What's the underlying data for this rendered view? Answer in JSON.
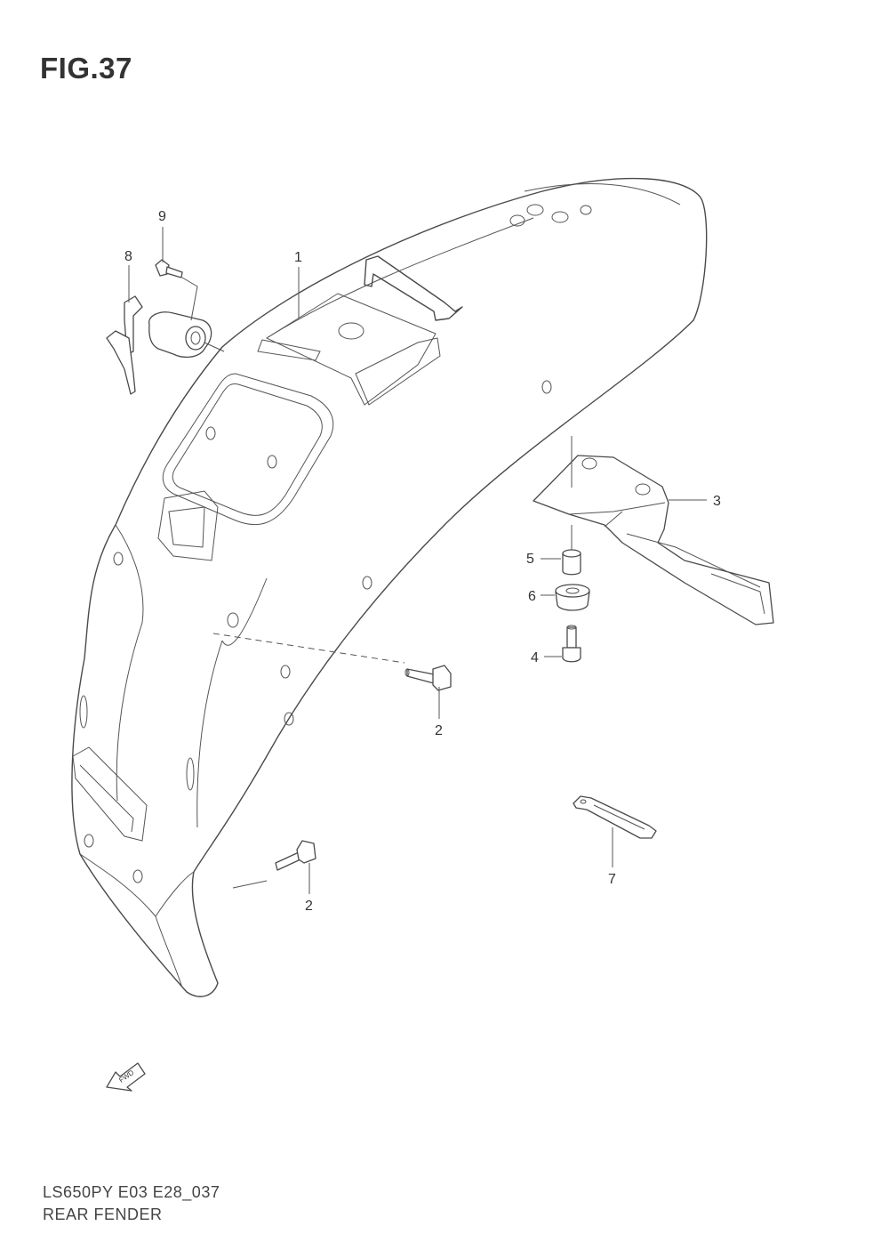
{
  "figure": {
    "title": "FIG.37"
  },
  "footer": {
    "model_code": "LS650PY E03 E28_037",
    "part_name": "REAR FENDER"
  },
  "direction_marker": {
    "label": "FWD"
  },
  "callouts": [
    {
      "number": "1"
    },
    {
      "number": "2"
    },
    {
      "number": "2"
    },
    {
      "number": "3"
    },
    {
      "number": "4"
    },
    {
      "number": "5"
    },
    {
      "number": "6"
    },
    {
      "number": "7"
    },
    {
      "number": "8"
    },
    {
      "number": "9"
    }
  ]
}
